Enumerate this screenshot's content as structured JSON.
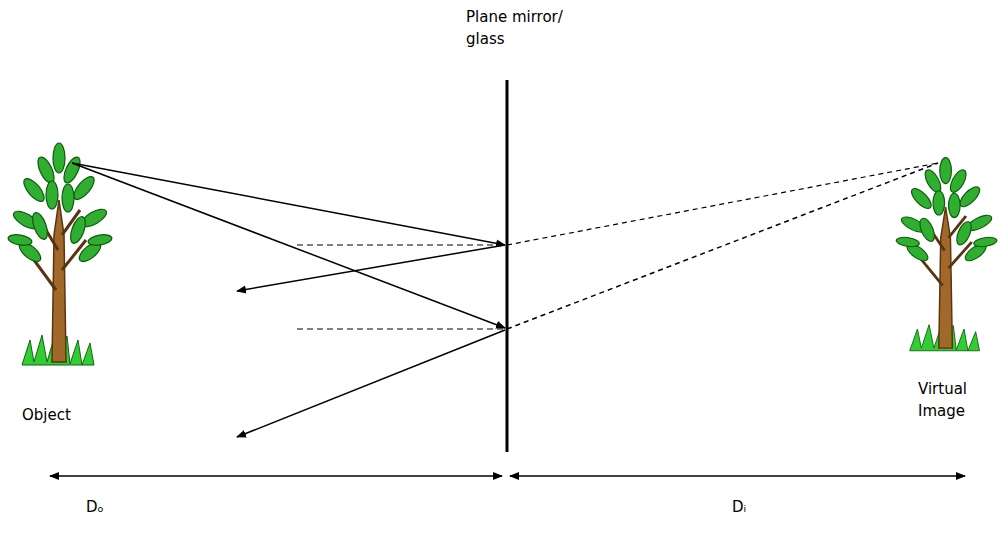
{
  "diagram": {
    "labels": [
      "Plane mirror/ glass",
      "Object",
      "Virtual Image",
      "Dₒ",
      "Dᵢ"
    ]
  }
}
